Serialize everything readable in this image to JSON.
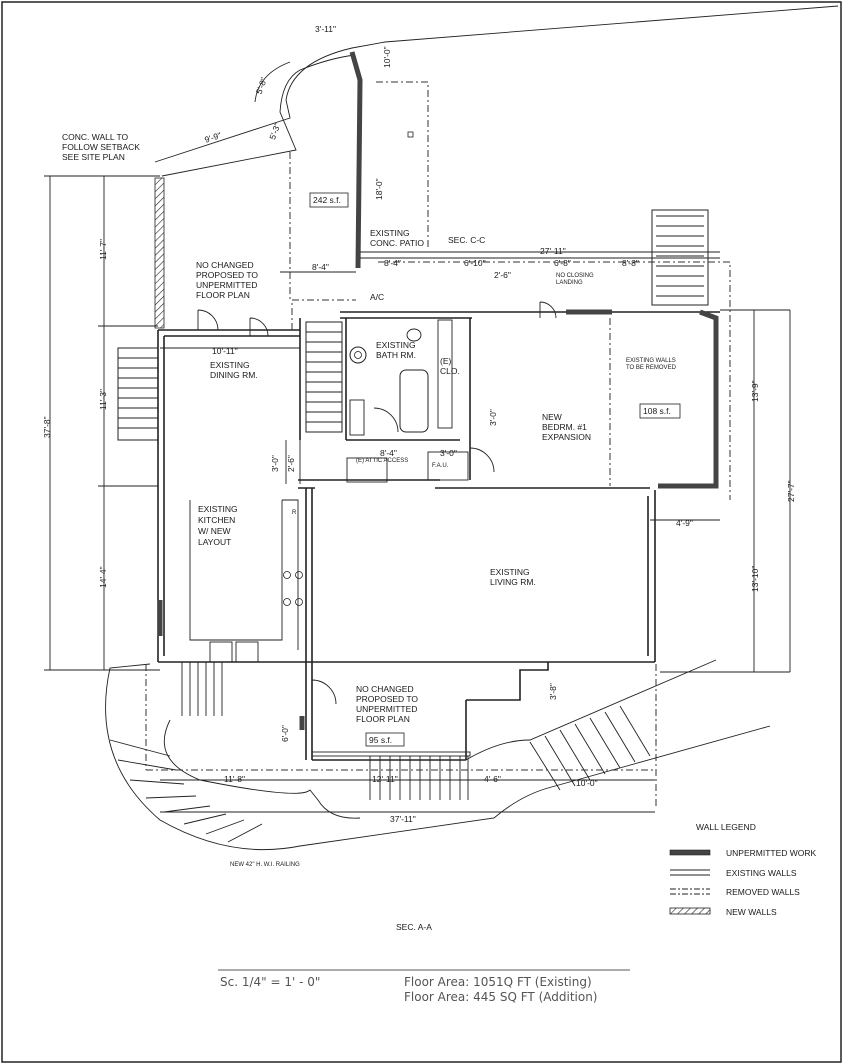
{
  "labels": {
    "conc_wall": [
      "CONC. WALL TO",
      "FOLLOW SETBACK",
      "SEE SITE PLAN"
    ],
    "patio_area": "242 s.f.",
    "existing_patio": [
      "EXISTING",
      "CONC. PATIO"
    ],
    "sec_cc": "SEC. C-C",
    "no_changed_top": [
      "NO CHANGED",
      "PROPOSED TO",
      "UNPERMITTED",
      "FLOOR PLAN"
    ],
    "ac": "A/C",
    "existing_dining": [
      "EXISTING",
      "DINING RM."
    ],
    "existing_bath": [
      "EXISTING",
      "BATH RM."
    ],
    "closet": [
      "(E)",
      "CLO."
    ],
    "new_bedroom": [
      "NEW",
      "BEDRM. #1",
      "EXPANSION"
    ],
    "bedroom_area": "108 s.f.",
    "existing_walls_removed": [
      "EXISTING WALLS",
      "TO BE REMOVED"
    ],
    "no_closing": [
      "NO CLOSING",
      "LANDING"
    ],
    "attic_access": "(E) ATTIC ACCESS",
    "fau": "F.A.U.",
    "existing_kitchen": [
      "EXISTING",
      "KITCHEN",
      "W/ NEW",
      "LAYOUT"
    ],
    "existing_living": [
      "EXISTING",
      "LIVING RM."
    ],
    "no_changed_bottom": [
      "NO CHANGED",
      "PROPOSED TO",
      "UNPERMITTED",
      "FLOOR PLAN"
    ],
    "porch_area": "95 s.f.",
    "railing_note": "NEW 42\" H. W.I. RAILING",
    "sec_aa": "SEC. A-A",
    "r_small": "R"
  },
  "dimensions": {
    "top_3_11": "3'-11\"",
    "arc_5_8": "5'-8\"",
    "right_10": "10'-0\"",
    "d_9_9": "9'-9\"",
    "d_5_3": "5'-3\"",
    "d_18_0": "18'-0\"",
    "d_8_4_left": "8'-4\"",
    "d_8_4_mid": "8'-4\"",
    "d_6_10": "6'-10\"",
    "d_6_8": "6'-8\"",
    "d_8_8": "8'-8\"",
    "d_27_11": "27'-11\"",
    "d_2_6_top": "2'-6\"",
    "d_11_7": "11'-7\"",
    "d_10_11": "10'-11\"",
    "d_11_3": "11'-3\"",
    "d_37_8": "37'-8\"",
    "d_3_0_v": "3'-0\"",
    "d_3_0_left": "3'-0\"",
    "d_2_6_left": "2'-6\"",
    "d_8_4_lower": "8'-4\"",
    "d_3_0_h": "3'-0\"",
    "d_13_9": "13'-9\"",
    "d_27_7": "27'-7\"",
    "d_4_9": "4'-9\"",
    "d_13_10": "13'-10\"",
    "d_14_4": "14'-4\"",
    "d_3_8": "3'-8\"",
    "d_6_0": "6'-0\"",
    "d_11_8": "11'-8\"",
    "d_12_11": "12'-11\"",
    "d_4_6": "4'-6\"",
    "d_10_0": "10'-0\"",
    "d_37_11": "37'-11\""
  },
  "legend": {
    "title": "WALL LEGEND",
    "items": [
      {
        "label": "UNPERMITTED WORK",
        "style": "solid-dark"
      },
      {
        "label": "EXISTING WALLS",
        "style": "double-line"
      },
      {
        "label": "REMOVED WALLS",
        "style": "dashed"
      },
      {
        "label": "NEW WALLS",
        "style": "hatched"
      }
    ]
  },
  "footer": {
    "scale": "Sc. 1/4\" = 1' - 0\"",
    "floor_area_existing": "Floor Area:  1051Q FT (Existing)",
    "floor_area_addition": "Floor Area:  445 SQ FT (Addition)"
  },
  "colors": {
    "ink": "#1a1a1a",
    "unpermitted": "#444444"
  }
}
